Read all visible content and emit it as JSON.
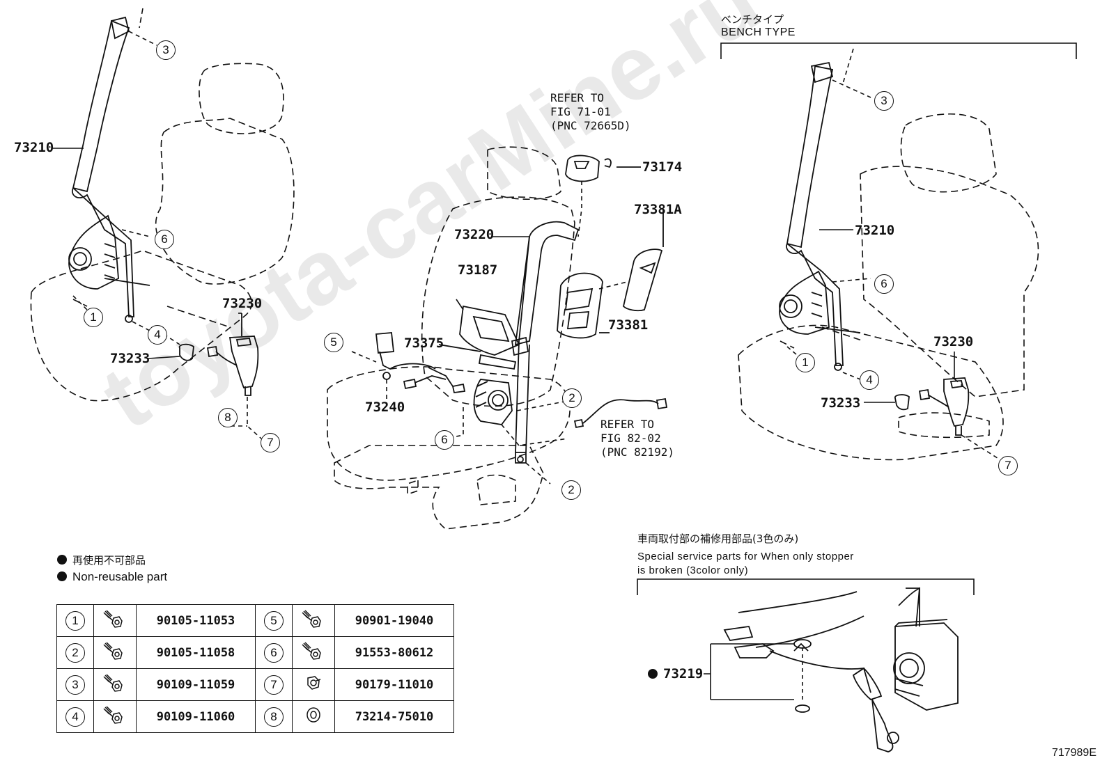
{
  "watermark": "toyota-carMine.ru",
  "figure_id": "717989E",
  "left_assembly": {
    "labels": [
      "73210",
      "73230",
      "73233"
    ],
    "callouts": [
      "3",
      "6",
      "1",
      "4",
      "8",
      "7"
    ]
  },
  "center_assembly": {
    "labels": [
      "73174",
      "73381A",
      "73220",
      "73187",
      "73381",
      "73375",
      "73240"
    ],
    "callouts": [
      "5",
      "2",
      "6",
      "2"
    ],
    "refer_1": "REFER TO\nFIG 71-01\n(PNC 72665D)",
    "refer_2": "REFER TO\nFIG 82-02\n(PNC 82192)"
  },
  "bench": {
    "title_jp": "ベンチタイプ",
    "title_en": "BENCH TYPE",
    "labels": [
      "73210",
      "73230",
      "73233"
    ],
    "callouts": [
      "3",
      "6",
      "1",
      "4",
      "7"
    ]
  },
  "special": {
    "title_jp": "車両取付部の補修用部品(3色のみ)",
    "title_en_1": "Special service parts for When only stopper",
    "title_en_2": "is broken (3color only)",
    "label": "73219"
  },
  "legend": {
    "jp": "再使用不可部品",
    "en": "Non-reusable part"
  },
  "parts_table": [
    {
      "left_no": "1",
      "left_icon": "bolt-icon",
      "left_part": "90105-11053",
      "right_no": "5",
      "right_icon": "bolt-icon",
      "right_part": "90901-19040"
    },
    {
      "left_no": "2",
      "left_icon": "bolt-icon",
      "left_part": "90105-11058",
      "right_no": "6",
      "right_icon": "bolt-icon",
      "right_part": "91553-80612"
    },
    {
      "left_no": "3",
      "left_icon": "bolt-icon",
      "left_part": "90109-11059",
      "right_no": "7",
      "right_icon": "nut-icon",
      "right_part": "90179-11010"
    },
    {
      "left_no": "4",
      "left_icon": "bolt-icon",
      "left_part": "90109-11060",
      "right_no": "8",
      "right_icon": "washer-icon",
      "right_part": "73214-75010"
    }
  ]
}
